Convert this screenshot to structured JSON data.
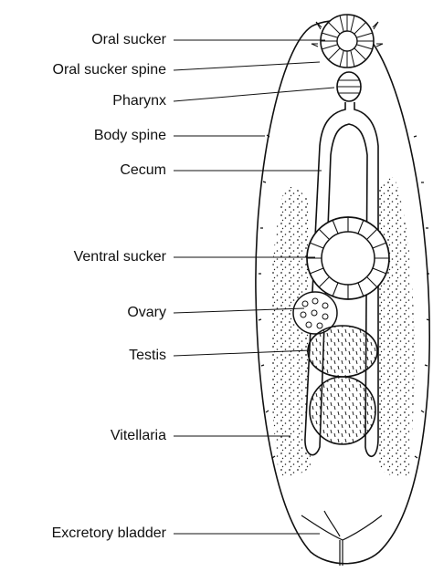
{
  "diagram": {
    "labels": {
      "oral_sucker": "Oral sucker",
      "oral_sucker_spine": "Oral sucker spine",
      "pharynx": "Pharynx",
      "body_spine": "Body spine",
      "cecum": "Cecum",
      "ventral_sucker": "Ventral sucker",
      "ovary": "Ovary",
      "testis": "Testis",
      "vitellaria": "Vitellaria",
      "excretory_bladder": "Excretory bladder"
    }
  }
}
